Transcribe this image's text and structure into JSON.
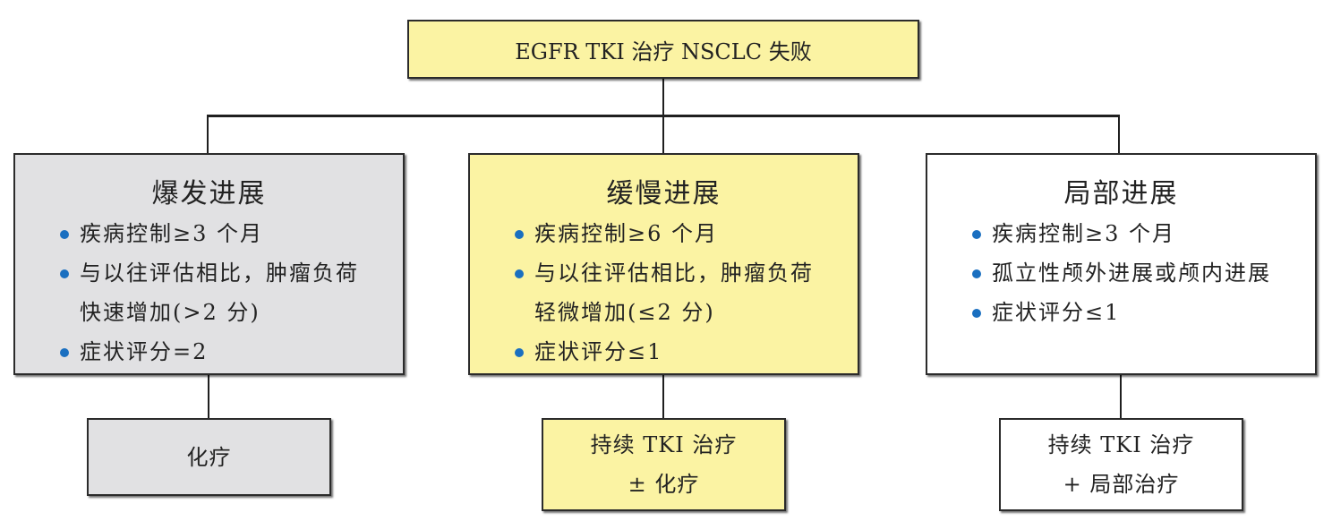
{
  "colors": {
    "yellow_fill": "#fbf3a3",
    "gray_fill": "#e1e1e3",
    "white_fill": "#ffffff",
    "bullet": "#1a6fc0",
    "line": "#1f1f1f"
  },
  "root": {
    "label": "EGFR TKI 治疗 NSCLC 失败"
  },
  "branches": [
    {
      "title": "爆发进展",
      "fill": "gray",
      "bullets": [
        {
          "line1": "疾病控制≥3 个月",
          "line2": ""
        },
        {
          "line1": "与以往评估相比，肿瘤负荷",
          "line2": "快速增加(>2 分)"
        },
        {
          "line1": "症状评分=2",
          "line2": ""
        }
      ],
      "result": {
        "line1": "化疗",
        "line2": ""
      }
    },
    {
      "title": "缓慢进展",
      "fill": "yellow",
      "bullets": [
        {
          "line1": "疾病控制≥6 个月",
          "line2": ""
        },
        {
          "line1": "与以往评估相比，肿瘤负荷",
          "line2": "轻微增加(≤2 分)"
        },
        {
          "line1": "症状评分≤1",
          "line2": ""
        }
      ],
      "result": {
        "line1": "持续 TKI 治疗",
        "line2": "± 化疗"
      }
    },
    {
      "title": "局部进展",
      "fill": "white",
      "bullets": [
        {
          "line1": "疾病控制≥3 个月",
          "line2": ""
        },
        {
          "line1": "孤立性颅外进展或颅内进展",
          "line2": ""
        },
        {
          "line1": "症状评分≤1",
          "line2": ""
        }
      ],
      "result": {
        "line1": "持续 TKI 治疗",
        "line2": "+ 局部治疗"
      }
    }
  ]
}
